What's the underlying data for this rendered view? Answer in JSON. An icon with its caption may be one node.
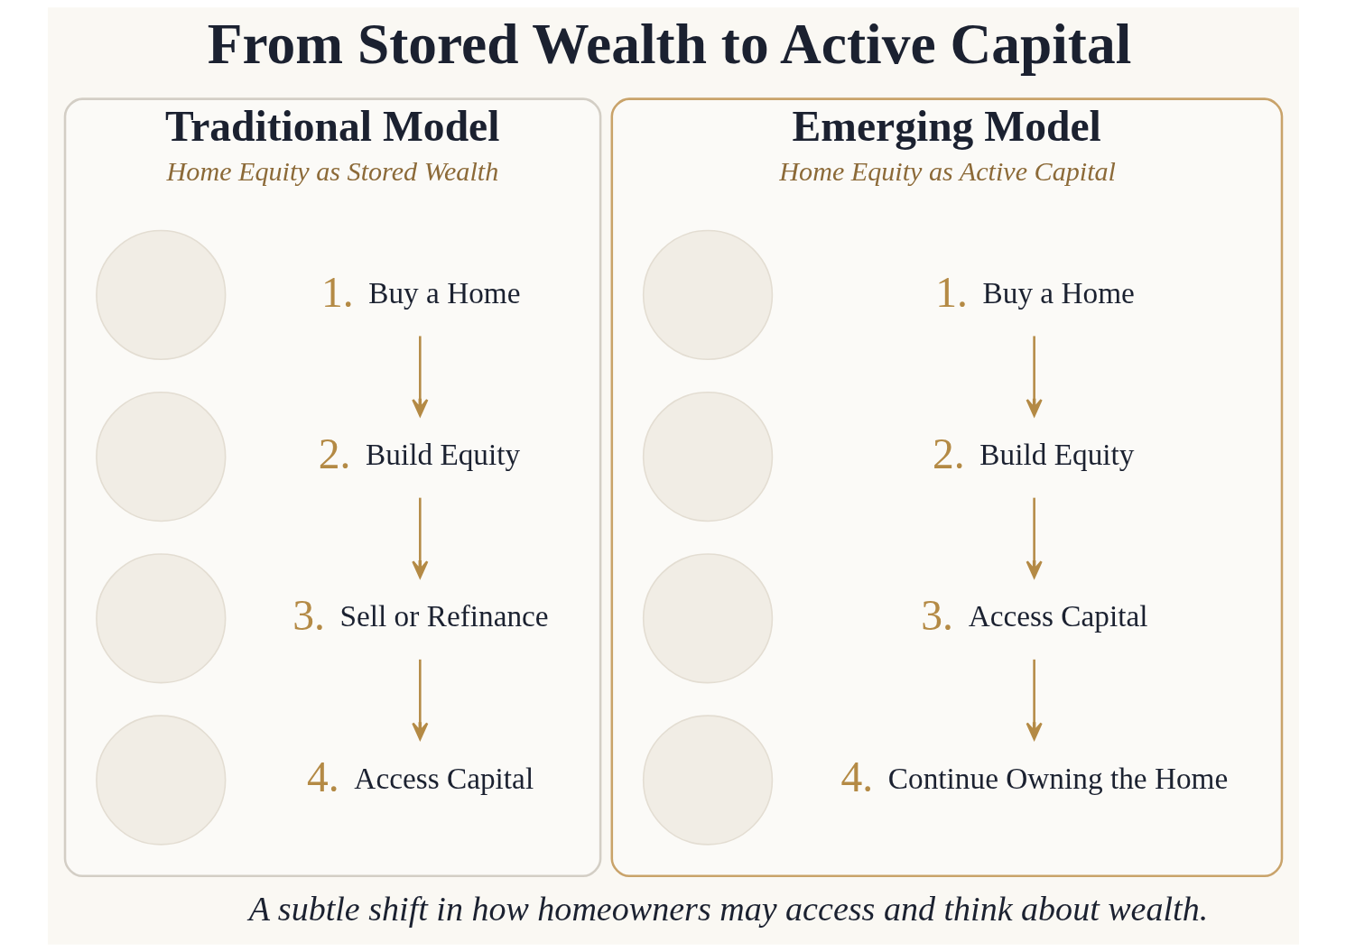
{
  "diagram": {
    "title": "From Stored Wealth to Active Capital",
    "caption": "A subtle shift in how homeowners may access and think about wealth.",
    "nodes": [
      {
        "text": [
          "Traditional Model",
          "Home Equity as Stored Wealth"
        ]
      },
      {
        "text": [],
        "shape": "circle",
        "in": 0
      },
      {
        "text": [
          "1.",
          "Buy a Home"
        ],
        "in": 0
      },
      {
        "text": [],
        "shape": "circle",
        "in": 0
      },
      {
        "text": [
          "2.",
          "Build Equity"
        ],
        "in": 0
      },
      {
        "text": [],
        "shape": "circle",
        "in": 0
      },
      {
        "text": [
          "3.",
          "Sell or Refinance"
        ],
        "in": 0
      },
      {
        "text": [],
        "shape": "circle",
        "in": 0
      },
      {
        "text": [
          "4.",
          "Access Capital"
        ],
        "in": 0
      },
      {
        "text": [
          "Emerging Model",
          "Home Equity as Active Capital"
        ]
      },
      {
        "text": [],
        "shape": "circle",
        "in": 9
      },
      {
        "text": [
          "1.",
          "Buy a Home"
        ],
        "in": 9
      },
      {
        "text": [],
        "shape": "circle",
        "in": 9
      },
      {
        "text": [
          "2.",
          "Build Equity"
        ],
        "in": 9
      },
      {
        "text": [],
        "shape": "circle",
        "in": 9
      },
      {
        "text": [
          "3.",
          "Access Capital"
        ],
        "in": 9
      },
      {
        "text": [],
        "shape": "circle",
        "in": 9
      },
      {
        "text": [
          "4.",
          "Continue Owning the Home"
        ],
        "in": 9
      }
    ],
    "edges": [
      {
        "from": 2,
        "to": 4,
        "arrow": "to"
      },
      {
        "from": 4,
        "to": 6,
        "arrow": "to"
      },
      {
        "from": 6,
        "to": 8,
        "arrow": "to"
      },
      {
        "from": 11,
        "to": 13,
        "arrow": "to"
      },
      {
        "from": 13,
        "to": 15,
        "arrow": "to"
      },
      {
        "from": 15,
        "to": 17,
        "arrow": "to"
      }
    ]
  }
}
